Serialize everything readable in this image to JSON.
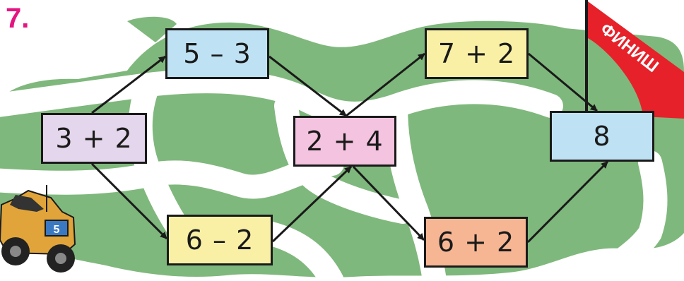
{
  "task_number": "7.",
  "flag_text": "ФИНИШ",
  "car_number": "5",
  "boxes": {
    "start": "3 + 2",
    "top_left": "5 – 3",
    "bottom_left": "6 – 2",
    "middle": "2 + 4",
    "top_right": "7 + 2",
    "bottom_right": "6 + 2",
    "finish": "8"
  },
  "colors": {
    "task_number": "#e4157f",
    "grass": "#7fb87c",
    "road": "#ffffff",
    "flag": "#e6212a",
    "arrow": "#1a1a1a"
  }
}
